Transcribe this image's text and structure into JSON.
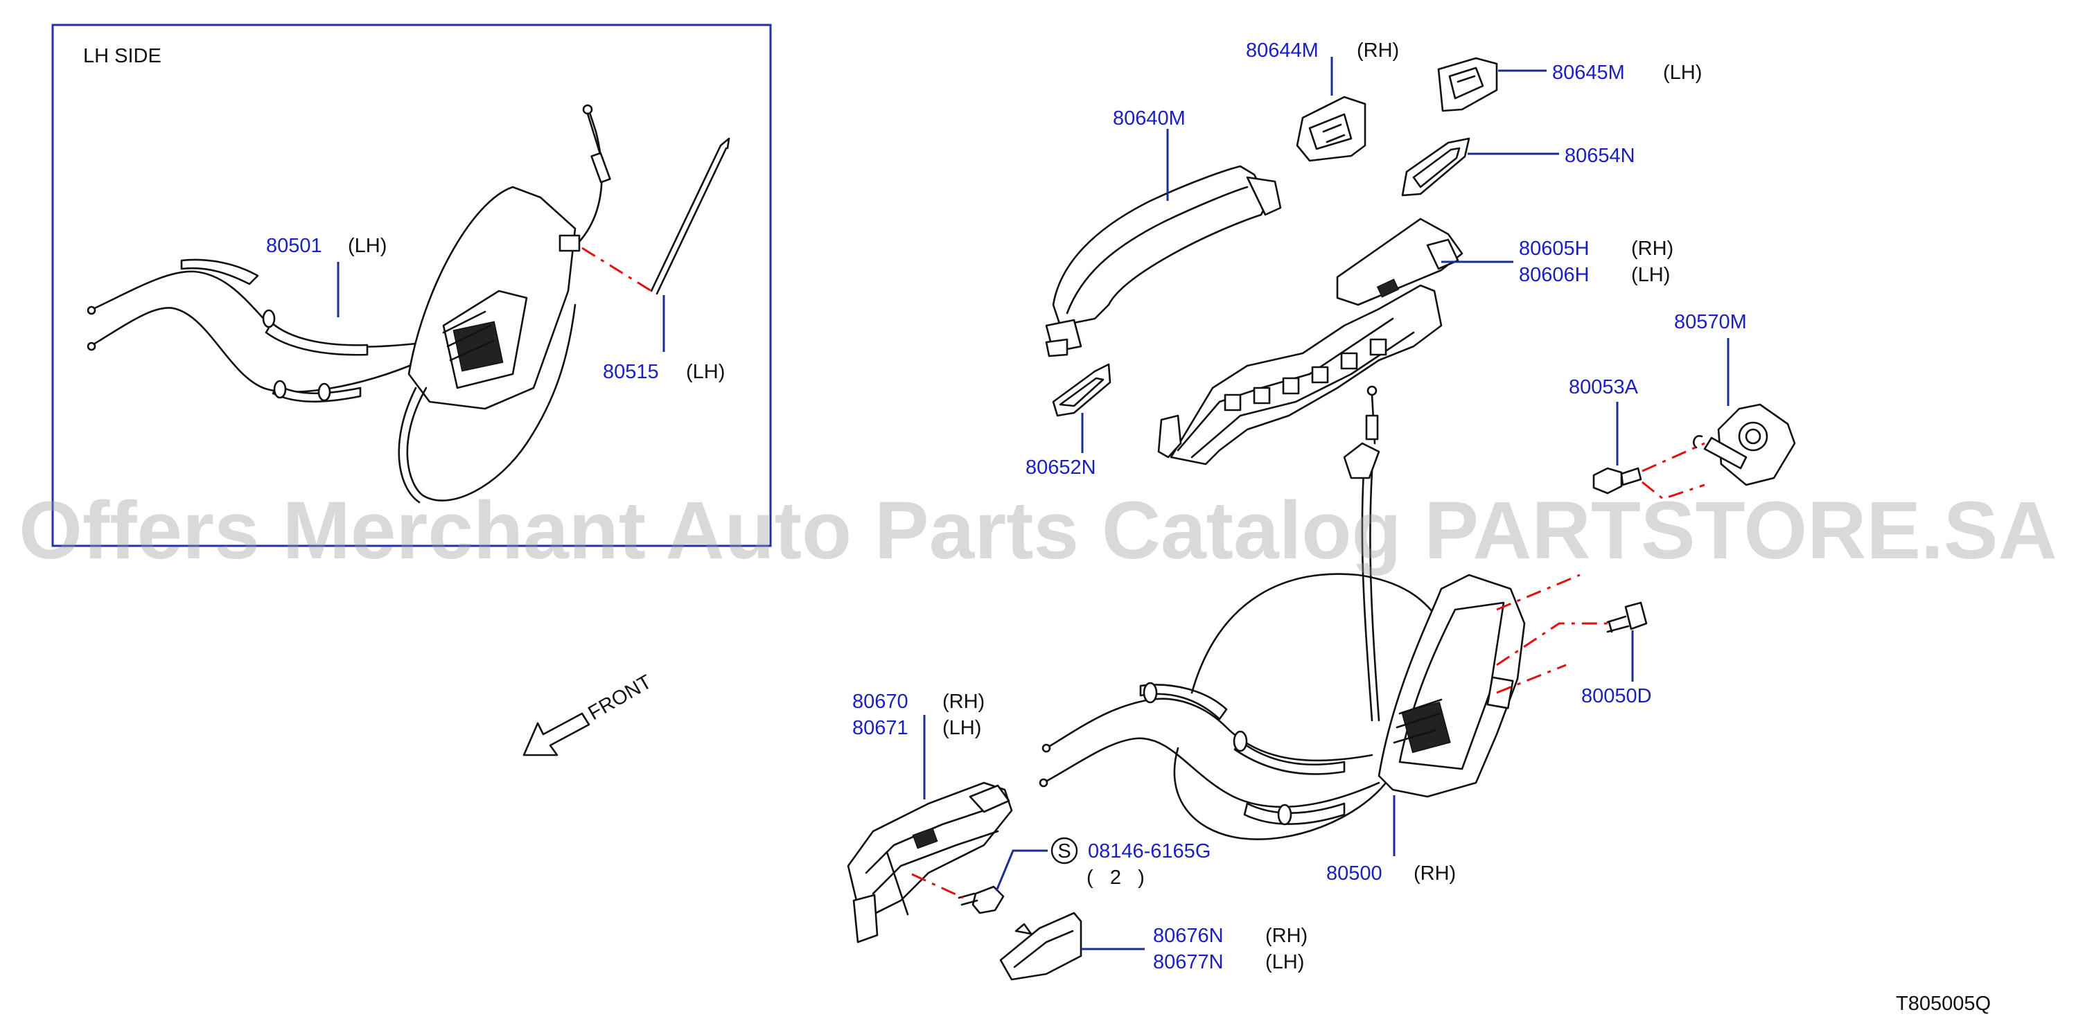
{
  "inset": {
    "title": "LH   SIDE",
    "parts": [
      {
        "number": "80501",
        "side": "(LH)"
      },
      {
        "number": "80515",
        "side": "(LH)"
      }
    ]
  },
  "parts": {
    "p80644M": {
      "number": "80644M",
      "side": "(RH)"
    },
    "p80645M": {
      "number": "80645M",
      "side": "(LH)"
    },
    "p80640M": {
      "number": "80640M"
    },
    "p80654N": {
      "number": "80654N"
    },
    "p80605H": {
      "number": "80605H",
      "side": "(RH)"
    },
    "p80606H": {
      "number": "80606H",
      "side": "(LH)"
    },
    "p80570M": {
      "number": "80570M"
    },
    "p80053A": {
      "number": "80053A"
    },
    "p80652N": {
      "number": "80652N"
    },
    "p80050D": {
      "number": "80050D"
    },
    "p80670": {
      "number": "80670",
      "side": "(RH)"
    },
    "p80671": {
      "number": "80671",
      "side": "(LH)"
    },
    "p08146": {
      "number": "08146-6165G",
      "badge": "S",
      "qty": "(   2   )"
    },
    "p80500": {
      "number": "80500",
      "side": "(RH)"
    },
    "p80676N": {
      "number": "80676N",
      "side": "(RH)"
    },
    "p80677N": {
      "number": "80677N",
      "side": "(LH)"
    }
  },
  "front_label": "FRONT",
  "watermark": "Offers Merchant Auto Parts Catalog PARTSTORE.SA",
  "diagram_code": "T805005Q",
  "colors": {
    "part_number": "#1a1fbf",
    "leader": "#1a2f8f",
    "dash": "#e01010",
    "inset_border": "#2233aa"
  }
}
